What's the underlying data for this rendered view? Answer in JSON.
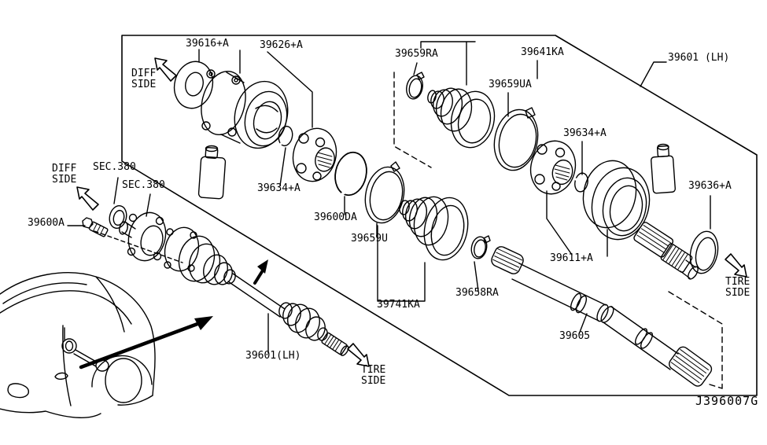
{
  "diagram": {
    "drawing_code": "J396007G",
    "colors": {
      "line": "#000000",
      "background": "#ffffff"
    },
    "part_labels": [
      {
        "text": "39616+A"
      },
      {
        "text": "39626+A"
      },
      {
        "text": "39659RA"
      },
      {
        "text": "39641KA"
      },
      {
        "text": "39601 (LH)"
      },
      {
        "text": "39659UA"
      },
      {
        "text": "39634+A"
      },
      {
        "text": "39636+A"
      },
      {
        "text": "SEC.380"
      },
      {
        "text": "SEC.380"
      },
      {
        "text": "39600A"
      },
      {
        "text": "39634+A"
      },
      {
        "text": "39600DA"
      },
      {
        "text": "39659U"
      },
      {
        "text": "39741KA"
      },
      {
        "text": "39658RA"
      },
      {
        "text": "39611+A"
      },
      {
        "text": "39605"
      },
      {
        "text": "39601(LH)"
      }
    ],
    "direction_markers": [
      {
        "text": "DIFF\nSIDE",
        "arrow": "up-left"
      },
      {
        "text": "DIFF\nSIDE",
        "arrow": "up-left"
      },
      {
        "text": "TIRE\nSIDE",
        "arrow": "down-right"
      },
      {
        "text": "TIRE\nSIDE",
        "arrow": "down-right"
      }
    ]
  }
}
